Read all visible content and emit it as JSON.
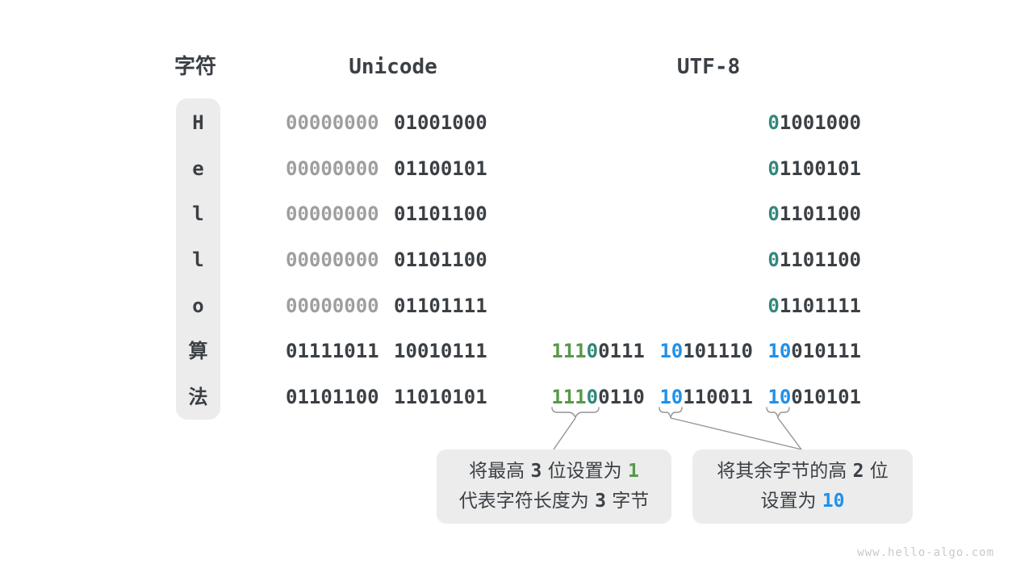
{
  "page": {
    "watermark": "www.hello-algo.com"
  },
  "colors": {
    "dark": "#3b4045",
    "gray": "#9e9e9e",
    "green": "#57994a",
    "teal": "#31887c",
    "blue": "#2090ea",
    "box_bg": "#ececec"
  },
  "headers": {
    "char": "字符",
    "unicode": "Unicode",
    "utf8": "UTF-8"
  },
  "rows": [
    {
      "char": "H",
      "unicode": [
        {
          "t": "00000000",
          "c": "gray"
        },
        {
          "t": " "
        },
        {
          "t": "01001000",
          "c": "dark"
        }
      ],
      "utf8": [
        {
          "t": "0",
          "c": "teal"
        },
        {
          "t": "1001000",
          "c": "dark"
        }
      ]
    },
    {
      "char": "e",
      "unicode": [
        {
          "t": "00000000",
          "c": "gray"
        },
        {
          "t": " "
        },
        {
          "t": "01100101",
          "c": "dark"
        }
      ],
      "utf8": [
        {
          "t": "0",
          "c": "teal"
        },
        {
          "t": "1100101",
          "c": "dark"
        }
      ]
    },
    {
      "char": "l",
      "unicode": [
        {
          "t": "00000000",
          "c": "gray"
        },
        {
          "t": " "
        },
        {
          "t": "01101100",
          "c": "dark"
        }
      ],
      "utf8": [
        {
          "t": "0",
          "c": "teal"
        },
        {
          "t": "1101100",
          "c": "dark"
        }
      ]
    },
    {
      "char": "l",
      "unicode": [
        {
          "t": "00000000",
          "c": "gray"
        },
        {
          "t": " "
        },
        {
          "t": "01101100",
          "c": "dark"
        }
      ],
      "utf8": [
        {
          "t": "0",
          "c": "teal"
        },
        {
          "t": "1101100",
          "c": "dark"
        }
      ]
    },
    {
      "char": "o",
      "unicode": [
        {
          "t": "00000000",
          "c": "gray"
        },
        {
          "t": " "
        },
        {
          "t": "01101111",
          "c": "dark"
        }
      ],
      "utf8": [
        {
          "t": "0",
          "c": "teal"
        },
        {
          "t": "1101111",
          "c": "dark"
        }
      ]
    },
    {
      "char": "算",
      "unicode": [
        {
          "t": "01111011",
          "c": "dark"
        },
        {
          "t": " "
        },
        {
          "t": "10010111",
          "c": "dark"
        }
      ],
      "utf8": [
        {
          "t": "111",
          "c": "green"
        },
        {
          "t": "0",
          "c": "teal"
        },
        {
          "t": "0111",
          "c": "dark"
        },
        {
          "t": " "
        },
        {
          "t": "10",
          "c": "blue"
        },
        {
          "t": "101110",
          "c": "dark"
        },
        {
          "t": " "
        },
        {
          "t": "10",
          "c": "blue"
        },
        {
          "t": "010111",
          "c": "dark"
        }
      ]
    },
    {
      "char": "法",
      "unicode": [
        {
          "t": "01101100",
          "c": "dark"
        },
        {
          "t": " "
        },
        {
          "t": "11010101",
          "c": "dark"
        }
      ],
      "utf8": [
        {
          "t": "111",
          "c": "green"
        },
        {
          "t": "0",
          "c": "teal"
        },
        {
          "t": "0110",
          "c": "dark"
        },
        {
          "t": " "
        },
        {
          "t": "10",
          "c": "blue"
        },
        {
          "t": "110011",
          "c": "dark"
        },
        {
          "t": " "
        },
        {
          "t": "10",
          "c": "blue"
        },
        {
          "t": "010101",
          "c": "dark"
        }
      ]
    }
  ],
  "annotations": {
    "left_box": {
      "lines": [
        [
          {
            "t": "将最高 "
          },
          {
            "t": "3",
            "c": "dark"
          },
          {
            "t": " 位设置为 "
          },
          {
            "t": "1",
            "c": "green"
          }
        ],
        [
          {
            "t": "代表字符长度为 "
          },
          {
            "t": "3",
            "c": "dark"
          },
          {
            "t": " 字节"
          }
        ]
      ]
    },
    "right_box": {
      "lines": [
        [
          {
            "t": "将其余字节的高 "
          },
          {
            "t": "2",
            "c": "dark"
          },
          {
            "t": " 位"
          }
        ],
        [
          {
            "t": "设置为 "
          },
          {
            "t": "10",
            "c": "blue"
          }
        ]
      ]
    }
  }
}
